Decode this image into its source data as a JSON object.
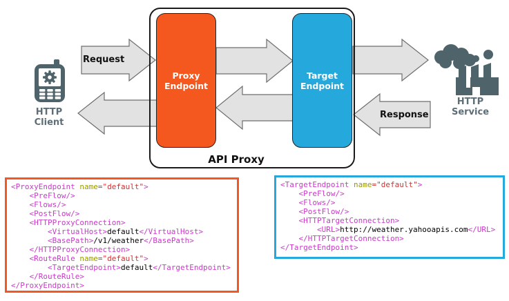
{
  "diagram": {
    "request_label": "Request",
    "response_label": "Response",
    "api_proxy_label": "API Proxy",
    "proxy_endpoint_label": "Proxy\nEndpoint",
    "target_endpoint_label": "Target\nEndpoint",
    "http_client_label": "HTTP\nClient",
    "http_service_label": "HTTP\nService",
    "client_icon": "mobile-phone-icon",
    "service_icon": "factory-icon",
    "colors": {
      "proxy_endpoint": "#F4581E",
      "target_endpoint": "#25A8DC",
      "arrow_fill": "#E2E2E2",
      "arrow_stroke": "#6E6E6E",
      "icon_gray": "#4F636B",
      "label_gray": "#5D6E76",
      "code_tag": "#C73BC7",
      "code_attr": "#999900",
      "code_val": "#CC3333",
      "code_txt": "#000000"
    }
  },
  "code_blocks": [
    {
      "name": "proxy-endpoint-config",
      "border_color": "#F4581E",
      "lines": [
        [
          [
            "tag",
            "<ProxyEndpoint "
          ],
          [
            "attr",
            "name"
          ],
          [
            "val",
            "=\"default\""
          ],
          [
            "tag",
            ">"
          ]
        ],
        [
          [
            "tag",
            "    <PreFlow/>"
          ]
        ],
        [
          [
            "tag",
            "    <Flows/>"
          ]
        ],
        [
          [
            "tag",
            "    <PostFlow/>"
          ]
        ],
        [
          [
            "tag",
            "    <HTTPProxyConnection>"
          ]
        ],
        [
          [
            "tag",
            "        <VirtualHost>"
          ],
          [
            "txt",
            "default"
          ],
          [
            "tag",
            "</VirtualHost>"
          ]
        ],
        [
          [
            "tag",
            "        <BasePath>"
          ],
          [
            "txt",
            "/v1/weather"
          ],
          [
            "tag",
            "</BasePath>"
          ]
        ],
        [
          [
            "tag",
            "    </HTTPProxyConnection>"
          ]
        ],
        [
          [
            "tag",
            "    <RouteRule "
          ],
          [
            "attr",
            "name"
          ],
          [
            "val",
            "=\"default\""
          ],
          [
            "tag",
            ">"
          ]
        ],
        [
          [
            "tag",
            "        <TargetEndpoint>"
          ],
          [
            "txt",
            "default"
          ],
          [
            "tag",
            "</TargetEndpoint>"
          ]
        ],
        [
          [
            "tag",
            "    </RouteRule>"
          ]
        ],
        [
          [
            "tag",
            "</ProxyEndpoint>"
          ]
        ]
      ]
    },
    {
      "name": "target-endpoint-config",
      "border_color": "#25A8DC",
      "lines": [
        [
          [
            "tag",
            "<TargetEndpoint "
          ],
          [
            "attr",
            "name"
          ],
          [
            "val",
            "=\"default\""
          ],
          [
            "tag",
            ">"
          ]
        ],
        [
          [
            "tag",
            "    <PreFlow/>"
          ]
        ],
        [
          [
            "tag",
            "    <Flows/>"
          ]
        ],
        [
          [
            "tag",
            "    <PostFlow/>"
          ]
        ],
        [
          [
            "tag",
            "    <HTTPTargetConnection>"
          ]
        ],
        [
          [
            "tag",
            "        <URL>"
          ],
          [
            "txt",
            "http://weather.yahooapis.com"
          ],
          [
            "tag",
            "</URL>"
          ]
        ],
        [
          [
            "tag",
            "    </HTTPTargetConnection>"
          ]
        ],
        [
          [
            "tag",
            "</TargetEndpoint>"
          ]
        ]
      ]
    }
  ]
}
